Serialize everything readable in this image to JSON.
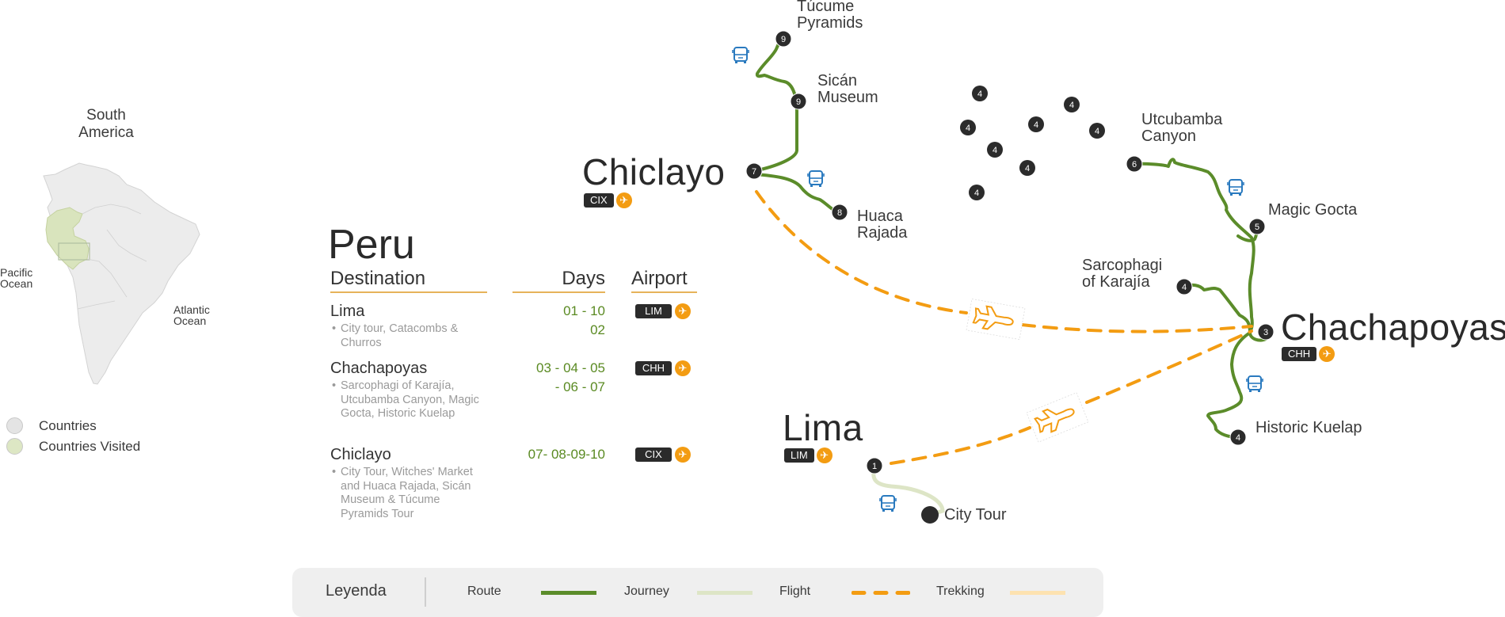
{
  "south_america": {
    "title": "South America",
    "title_lines": [
      "South",
      "America"
    ],
    "pacific_lines": [
      "Pacific",
      "Ocean"
    ],
    "atlantic_lines": [
      "Atlantic",
      "Ocean"
    ],
    "legend": [
      {
        "label": "Countries",
        "color": "#e4e4e4"
      },
      {
        "label": "Countries Visited",
        "color": "#dde7c4"
      }
    ],
    "visited_country": "Peru"
  },
  "itinerary": {
    "title": "Peru",
    "headers": {
      "destination": "Destination",
      "days": "Days",
      "airport": "Airport"
    },
    "rows": [
      {
        "destination": "Lima",
        "description": "City tour, Catacombs & Churros",
        "days_lines": [
          "01 - 10",
          "02"
        ],
        "airport": "LIM"
      },
      {
        "destination": "Chachapoyas",
        "description": "Sarcophagi of Karajía, Utcubamba Canyon, Magic Gocta, Historic Kuelap",
        "days_lines": [
          "03 - 04 - 05",
          "- 06 - 07"
        ],
        "airport": "CHH"
      },
      {
        "destination": "Chiclayo",
        "description": "City Tour, Witches' Market and Huaca Rajada, Sicán Museum & Túcume Pyramids Tour",
        "days_lines": [
          "07- 08-09-10"
        ],
        "airport": "CIX"
      }
    ]
  },
  "map": {
    "cities": [
      {
        "name": "Chiclayo",
        "code": "CIX"
      },
      {
        "name": "Chachapoyas",
        "code": "CHH"
      },
      {
        "name": "Lima",
        "code": "LIM"
      }
    ],
    "stops": [
      {
        "number": "9",
        "label_lines": [
          "Túcume",
          "Pyramids"
        ]
      },
      {
        "number": "9",
        "label_lines": [
          "Sicán",
          "Museum"
        ]
      },
      {
        "number": "7",
        "label_lines": []
      },
      {
        "number": "8",
        "label_lines": [
          "Huaca",
          "Rajada"
        ]
      },
      {
        "number": "6",
        "label_lines": [
          "Utcubamba",
          "Canyon"
        ]
      },
      {
        "number": "5",
        "label_lines": [
          "Magic Gocta"
        ]
      },
      {
        "number": "4",
        "label_lines": [
          "Sarcophagi",
          "of Karajía"
        ]
      },
      {
        "number": "3",
        "label_lines": []
      },
      {
        "number": "4",
        "label_lines": [
          "Historic Kuelap"
        ]
      },
      {
        "number": "1",
        "label_lines": []
      },
      {
        "number": "",
        "label_lines": [
          "City Tour"
        ]
      }
    ],
    "scatter_markers": [
      "4",
      "4",
      "4",
      "4",
      "4",
      "4",
      "4",
      "4"
    ],
    "icons": {
      "bus": "bus-icon",
      "plane": "airplane-icon",
      "airport": "airport-icon"
    }
  },
  "legend": {
    "title": "Leyenda",
    "items": [
      {
        "label": "Route",
        "style": "solid",
        "color": "#5b8c2a"
      },
      {
        "label": "Journey",
        "style": "solid",
        "color": "#dde5c6"
      },
      {
        "label": "Flight",
        "style": "dashed",
        "color": "#f39c12"
      },
      {
        "label": "Trekking",
        "style": "solid",
        "color": "#fde2b0"
      }
    ]
  },
  "colors": {
    "route": "#5b8c2a",
    "journey": "#dde5c6",
    "flight": "#f39c12",
    "trekking": "#fde2b0",
    "marker": "#2b2b2b",
    "bus": "#2a7abf",
    "days_text": "#5a8a22",
    "header_underline": "#e6b35a"
  }
}
